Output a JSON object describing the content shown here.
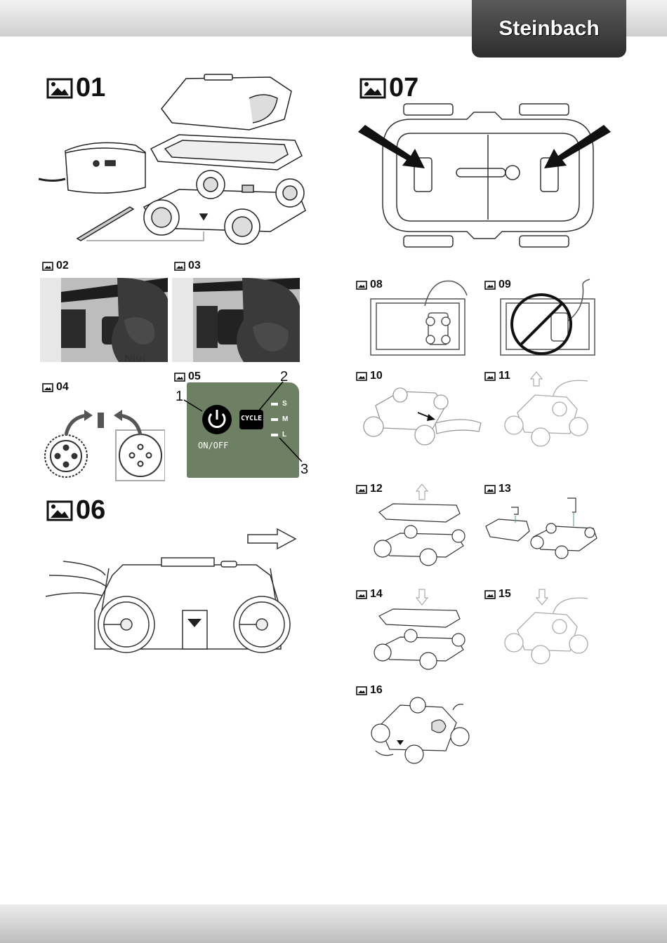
{
  "brand": {
    "name": "Steinbach"
  },
  "figures": {
    "f01": "01",
    "f02": "02",
    "f03": "03",
    "f04": "04",
    "f05": "05",
    "f06": "06",
    "f07": "07",
    "f08": "08",
    "f09": "09",
    "f10": "10",
    "f11": "11",
    "f12": "12",
    "f13": "13",
    "f14": "14",
    "f15": "15",
    "f16": "16"
  },
  "control_panel": {
    "callout_1": "1",
    "callout_2": "2",
    "callout_3": "3",
    "power_label": "ON/OFF",
    "cycle_label": "CYCLE",
    "mode_s": "S",
    "mode_m": "M",
    "mode_l": "L",
    "panel_color": "#6e8063"
  },
  "photo_text": "Niuj",
  "icons": [
    "image-icon",
    "power-icon",
    "arrow-right-icon",
    "arrow-up-icon",
    "arrow-down-icon",
    "prohibited-icon"
  ]
}
